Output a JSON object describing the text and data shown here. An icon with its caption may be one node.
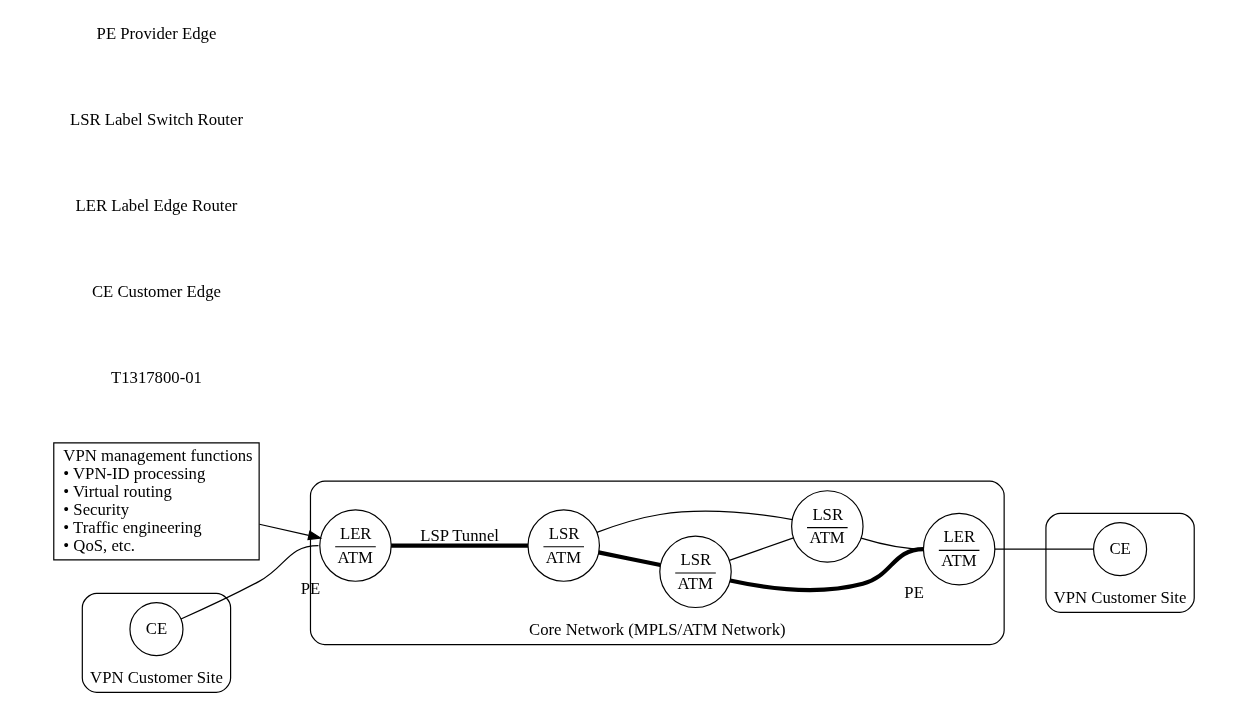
{
  "diagram": {
    "nodes": [
      {
        "text": [
          "VPN management functions",
          "• VPN-ID processing",
          "• Virtual routing",
          "• Security",
          "• Traffic engineering",
          "• QoS, etc."
        ]
      },
      {
        "text": [
          "Core Network (MPLS/ATM Network)"
        ]
      },
      {
        "text": [
          "LER",
          "ATM"
        ],
        "in": 1,
        "beside": [
          "PE"
        ]
      },
      {
        "text": [
          "LSR",
          "ATM"
        ],
        "in": 1
      },
      {
        "text": [
          "LSR",
          "ATM"
        ],
        "in": 1
      },
      {
        "text": [
          "LSR",
          "ATM"
        ],
        "in": 1
      },
      {
        "text": [
          "LER",
          "ATM"
        ],
        "in": 1,
        "beside": [
          "PE"
        ]
      },
      {
        "text": [
          "VPN Customer Site"
        ]
      },
      {
        "text": [
          "CE"
        ],
        "in": 7
      },
      {
        "text": [
          "VPN Customer Site"
        ]
      },
      {
        "text": [
          "CE"
        ],
        "in": 9
      }
    ],
    "edges": [
      {
        "from": 0,
        "to": 2,
        "arrow": "to"
      },
      {
        "from": 2,
        "to": 3,
        "arrow": "none",
        "style": "thick",
        "label": "LSP Tunnel"
      },
      {
        "from": 3,
        "to": 4,
        "arrow": "none",
        "style": "thick"
      },
      {
        "from": 4,
        "to": 6,
        "arrow": "none",
        "style": "thick"
      },
      {
        "from": 3,
        "to": 5,
        "arrow": "none"
      },
      {
        "from": 4,
        "to": 5,
        "arrow": "none"
      },
      {
        "from": 5,
        "to": 6,
        "arrow": "none"
      },
      {
        "from": 8,
        "to": 2,
        "arrow": "none"
      },
      {
        "from": 6,
        "to": 10,
        "arrow": "none"
      }
    ],
    "labels": [
      "T1317800-01",
      "CE Customer Edge",
      "LER Label Edge Router",
      "LSR Label Switch Router",
      "PE Provider Edge"
    ]
  }
}
